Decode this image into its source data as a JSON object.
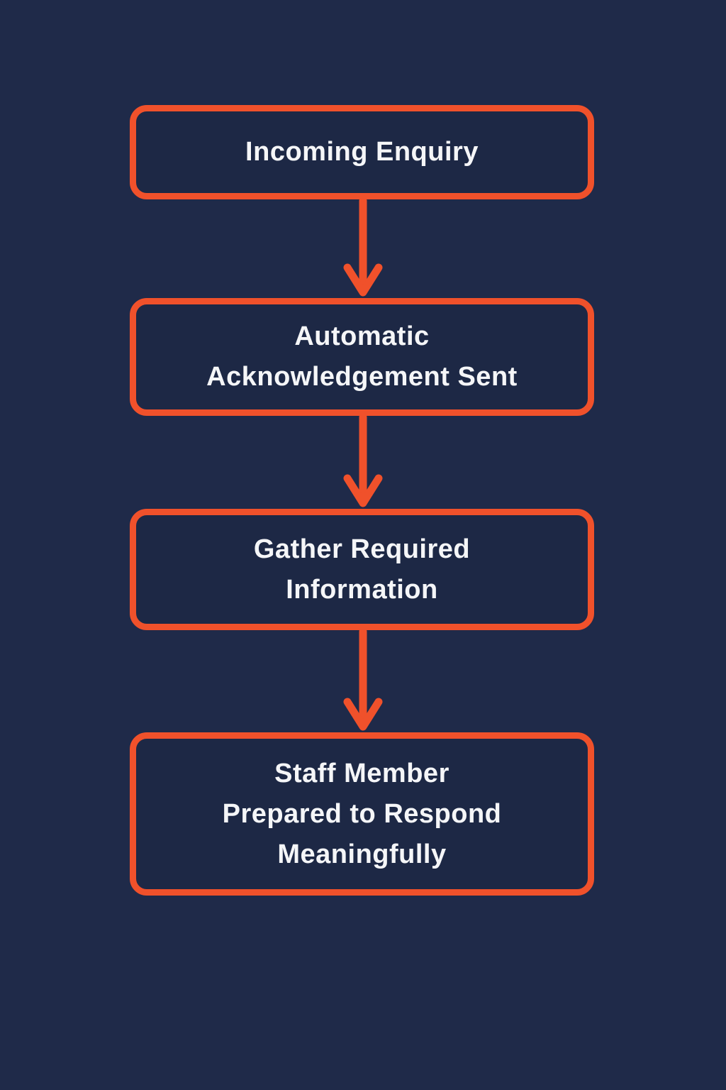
{
  "colors": {
    "background": "#1f2a49",
    "node_fill": "#1d2845",
    "accent": "#f0512b",
    "text": "#f5f6f8"
  },
  "flowchart": {
    "type": "flowchart",
    "direction": "top-down",
    "nodes": [
      {
        "id": "incoming-enquiry",
        "lines": [
          "Incoming Enquiry"
        ]
      },
      {
        "id": "automatic-acknowledgement-sent",
        "lines": [
          "Automatic",
          "Acknowledgement Sent"
        ]
      },
      {
        "id": "gather-required-information",
        "lines": [
          "Gather Required",
          "Information"
        ]
      },
      {
        "id": "staff-member-prepared",
        "lines": [
          "Staff Member",
          "Prepared to Respond",
          "Meaningfully"
        ]
      }
    ],
    "edges": [
      {
        "from": "incoming-enquiry",
        "to": "automatic-acknowledgement-sent"
      },
      {
        "from": "automatic-acknowledgement-sent",
        "to": "gather-required-information"
      },
      {
        "from": "gather-required-information",
        "to": "staff-member-prepared"
      }
    ]
  }
}
